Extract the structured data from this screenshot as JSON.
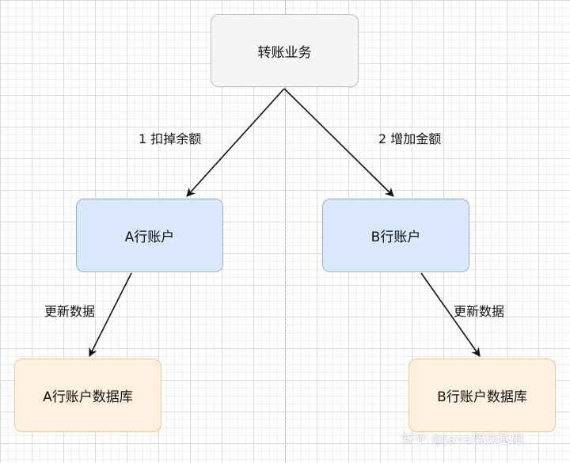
{
  "nodes": {
    "root": "转账业务",
    "account_a": "A行账户",
    "account_b": "B行账户",
    "db_a": "A行账户数据库",
    "db_b": "B行账户数据库"
  },
  "edges": {
    "deduct": "1 扣掉余额",
    "add": "2 增加金额",
    "update_a": "更新数据",
    "update_b": "更新数据"
  },
  "watermark": "知乎 @java架构基础",
  "colors": {
    "root_fill": "#f5f5f5",
    "account_fill": "#dae8fc",
    "db_fill": "#fff0e0",
    "edge": "#111111"
  }
}
